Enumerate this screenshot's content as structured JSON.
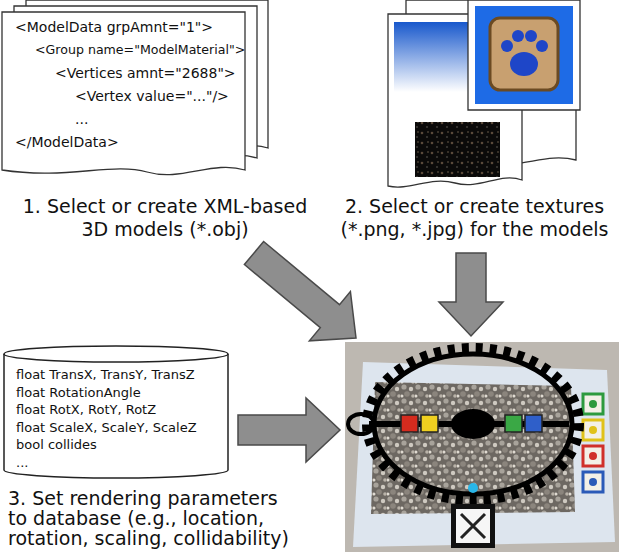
{
  "diagram": {
    "nodes": [
      {
        "text": [
          "<ModelData grpAmnt=\"1\">",
          "<Group name=\"ModelMaterial\">",
          "<Vertices amnt=\"2688\">",
          "<Vertex value=\"...\"/>",
          "...",
          "</ModelData>",
          "1. Select or create XML-based 3D models (*.obj)"
        ]
      },
      {
        "text": [
          "2. Select or create textures (*.png, *.jpg) for the models"
        ]
      },
      {
        "text": [
          "float TransX, TransY, TransZ",
          "float RotationAngle",
          "float RotX, RotY, RotZ",
          "float ScaleX, ScaleY, ScaleZ",
          "bool collides",
          "...",
          "3. Set rendering parameters to database (e.g., location, rotation, scaling, collidability)"
        ]
      }
    ]
  }
}
